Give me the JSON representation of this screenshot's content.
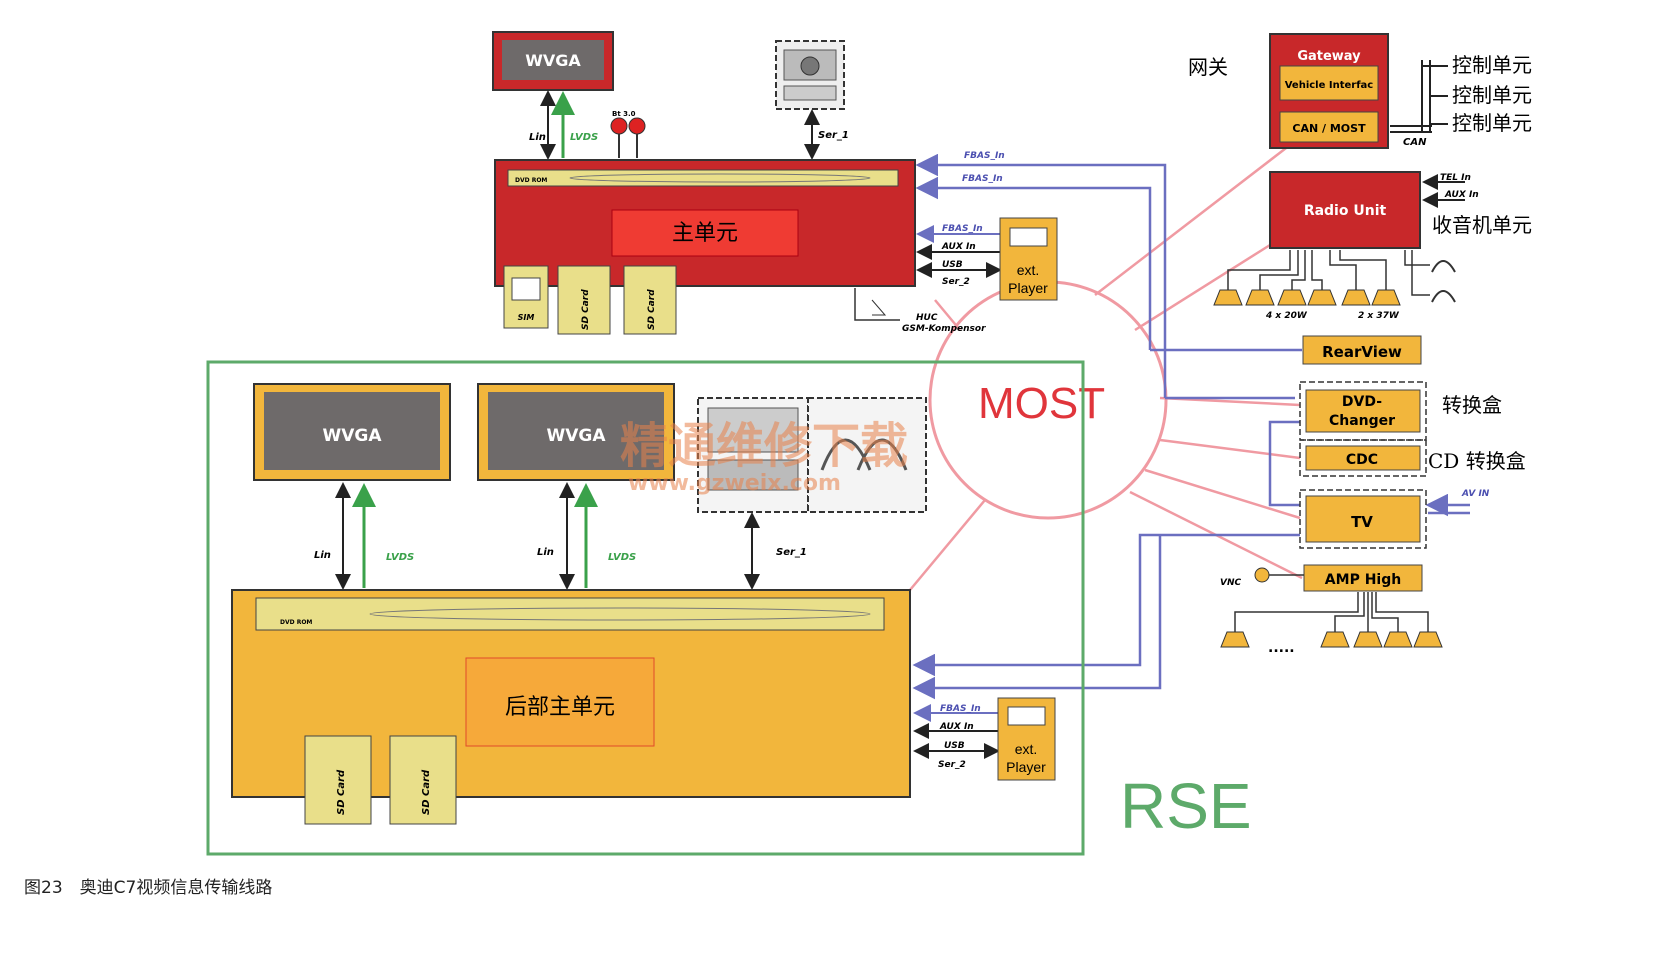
{
  "screens": {
    "front": "WVGA",
    "rear_left": "WVGA",
    "rear_right": "WVGA"
  },
  "main_unit": {
    "label": "主单元",
    "dvd_rom": "DVD ROM",
    "sim": "SIM",
    "sd1": "SD Card",
    "sd2": "SD Card",
    "bus_lin": "Lin",
    "bus_lvds": "LVDS",
    "bus_ser1": "Ser_1",
    "ant_label": "Bt  3.0",
    "huc": "HUC",
    "gsm": "GSM-Kompensor"
  },
  "ports_top": {
    "fbas_in_1": "FBAS_In",
    "fbas_in_2": "FBAS_In",
    "fbas_in_3": "FBAS_In",
    "aux_in": "AUX In",
    "usb": "USB",
    "ser2": "Ser_2",
    "player": "ext.\nPlayer"
  },
  "gateway": {
    "label_cn": "网关",
    "title": "Gateway",
    "vehicle": "Vehicle Interfac",
    "can_most": "CAN / MOST",
    "can": "CAN",
    "ctrl1": "控制单元",
    "ctrl2": "控制单元",
    "ctrl3": "控制单元"
  },
  "radio": {
    "title": "Radio Unit",
    "label_cn": "收音机单元",
    "tel_in": "TEL In",
    "aux_in": "AUX In",
    "spk1": "4 x 20W",
    "spk2": "2 x 37W"
  },
  "most": "MOST",
  "right_units": {
    "rearview": "RearView",
    "dvd_changer_1": "DVD-",
    "dvd_changer_2": "Changer",
    "dvd_cn": "转换盒",
    "cdc": "CDC",
    "cdc_cn": "CD 转换盒",
    "tv": "TV",
    "av_in": "AV IN",
    "amp": "AMP High",
    "vnc": "VNC",
    "dots": "....."
  },
  "rse": {
    "label": "RSE",
    "rear_unit": "后部主单元",
    "dvd_rom": "DVD ROM",
    "sd1": "SD Card",
    "sd2": "SD Card",
    "lin1": "Lin",
    "lvds1": "LVDS",
    "lin2": "Lin",
    "lvds2": "LVDS",
    "ser1": "Ser_1",
    "fbas_in": "FBAS_In",
    "aux_in": "AUX In",
    "usb": "USB",
    "ser2": "Ser_2",
    "player": "ext.\nPlayer"
  },
  "watermark": {
    "cn": "精通维修下载",
    "url": "www.gzweix.com"
  },
  "caption": "图23　奥迪C7视频信息传输线路",
  "colors": {
    "red_unit": "#c8282a",
    "orange_unit": "#f2b63c",
    "screen_gray": "#6e6a6a",
    "most_pink": "#f09aa2",
    "blue_line": "#6b6fc0",
    "green": "#3aa14a",
    "rse_green": "#5daa6a"
  }
}
